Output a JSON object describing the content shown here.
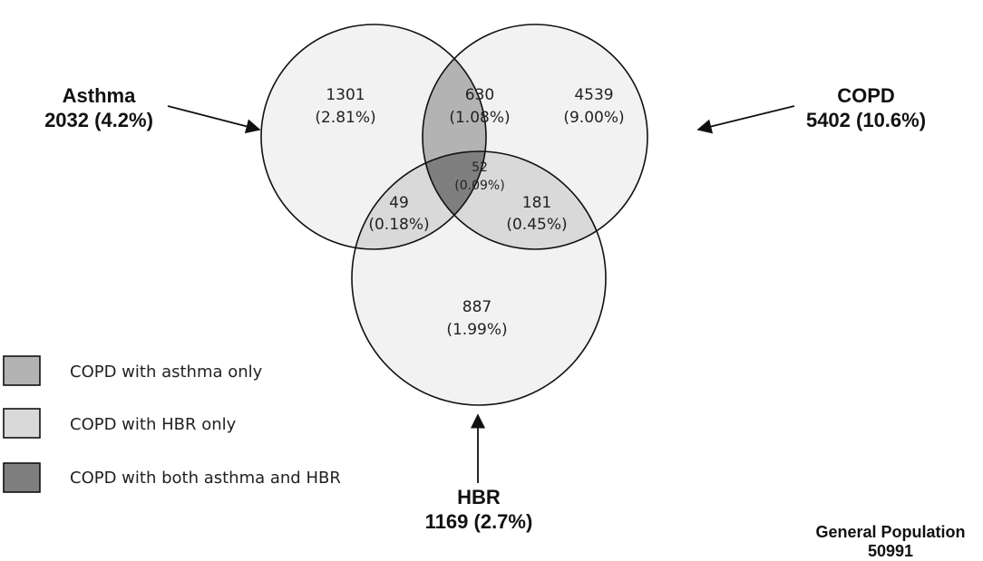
{
  "colors": {
    "circle_fill": "#f2f2f2",
    "asthma_copd_only": "#b3b3b3",
    "hbr_pair": "#d9d9d9",
    "all_three": "#7f7f7f",
    "stroke": "#111111"
  },
  "sets": {
    "asthma": {
      "name": "Asthma",
      "total": "2032 (4.2%)"
    },
    "copd": {
      "name": "COPD",
      "total": "5402 (10.6%)"
    },
    "hbr": {
      "name": "HBR",
      "total": "1169 (2.7%)"
    }
  },
  "regions": {
    "asthma_only": {
      "count": "1301",
      "pct": "(2.81%)"
    },
    "copd_only": {
      "count": "4539",
      "pct": "(9.00%)"
    },
    "hbr_only": {
      "count": "887",
      "pct": "(1.99%)"
    },
    "asthma_copd": {
      "count": "630",
      "pct": "(1.08%)"
    },
    "asthma_hbr": {
      "count": "49",
      "pct": "(0.18%)"
    },
    "copd_hbr": {
      "count": "181",
      "pct": "(0.45%)"
    },
    "all": {
      "count": "52",
      "pct": "(0.09%)"
    }
  },
  "legend": [
    {
      "label": "COPD with asthma only",
      "color": "#b3b3b3"
    },
    {
      "label": "COPD with HBR only",
      "color": "#d9d9d9"
    },
    {
      "label": "COPD with both asthma and HBR",
      "color": "#7f7f7f"
    }
  ],
  "general_population": {
    "label": "General Population",
    "count": "50991"
  }
}
